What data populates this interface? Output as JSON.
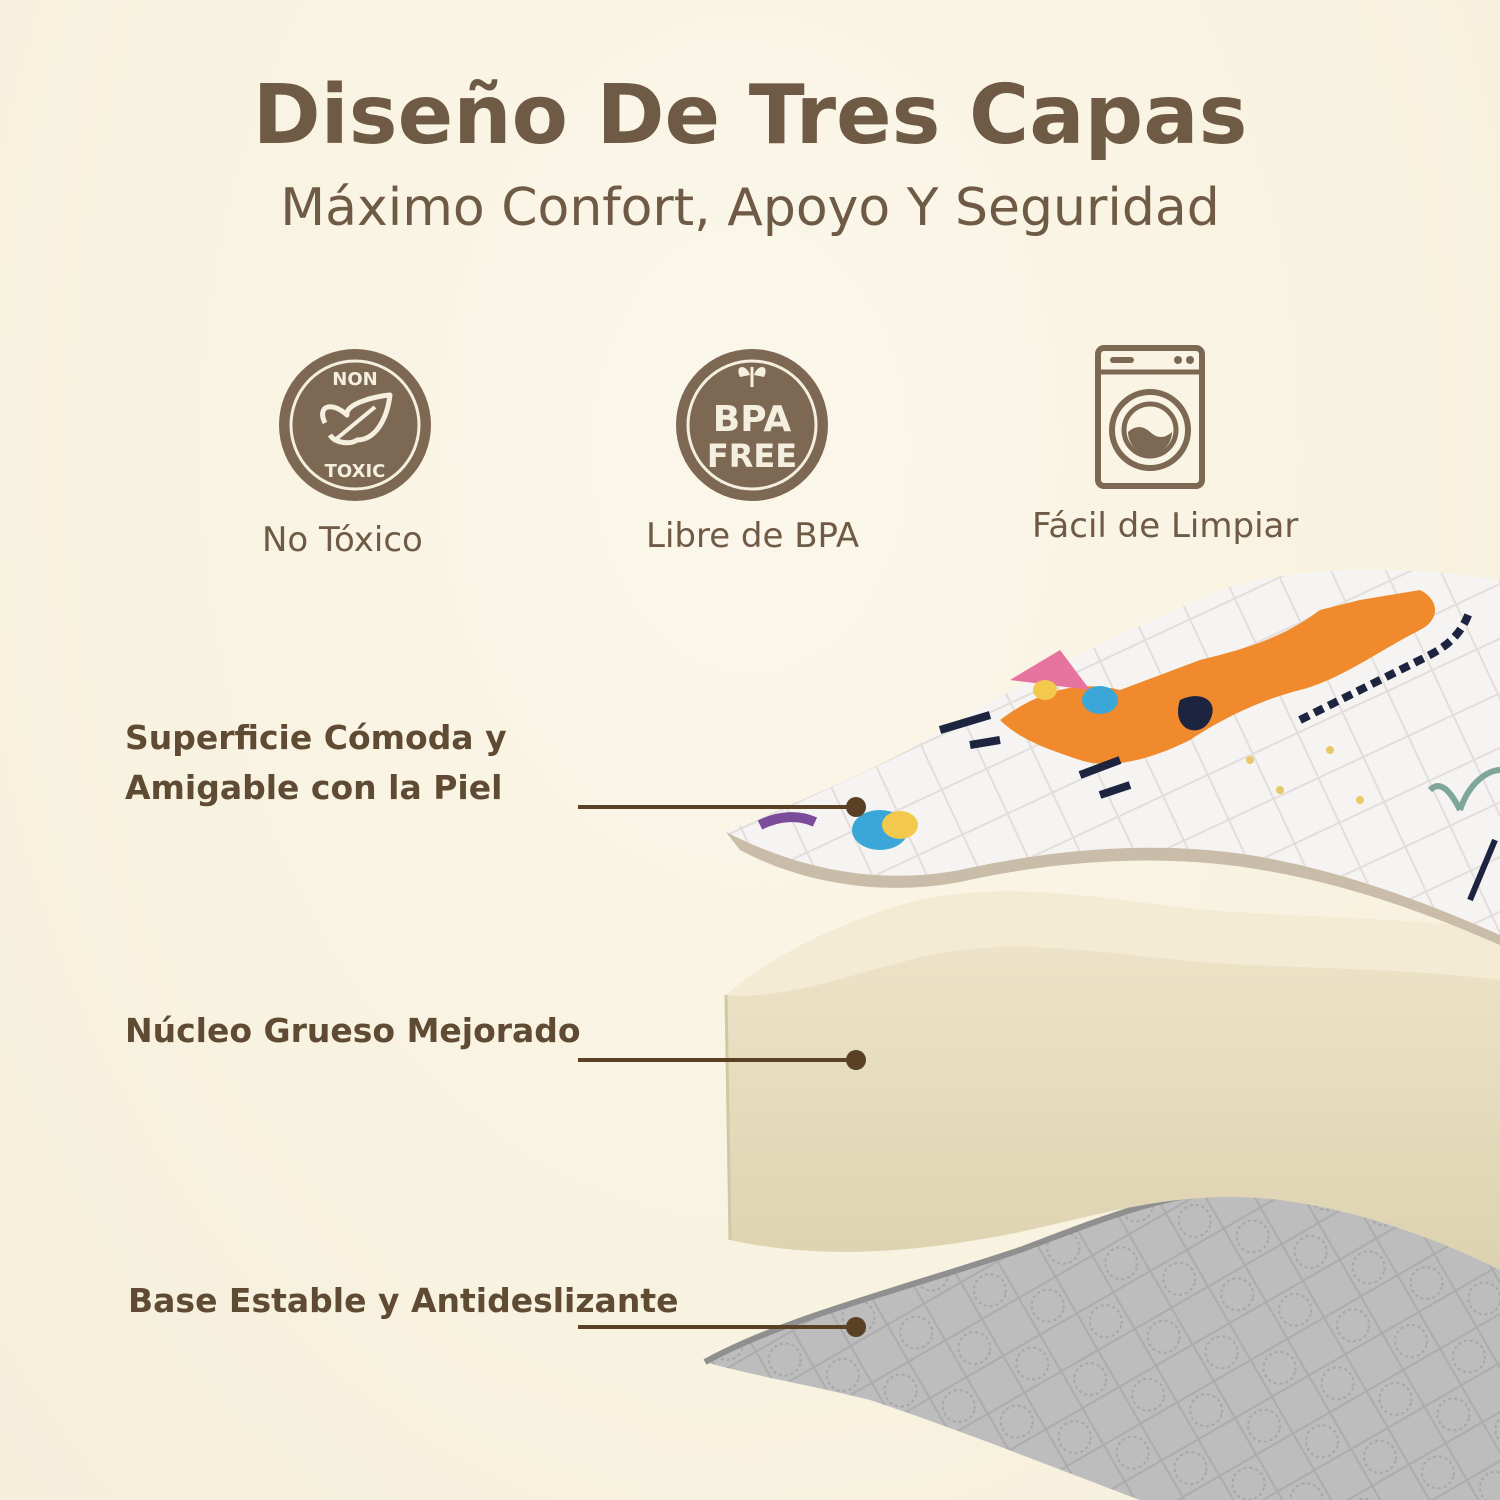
{
  "header": {
    "title": "Diseño De Tres Capas",
    "subtitle": "Máximo Confort, Apoyo Y Seguridad"
  },
  "features": [
    {
      "icon": "non-toxic-leaf-icon",
      "badge_top": "NON",
      "badge_bottom": "TOXIC",
      "label": "No Tóxico"
    },
    {
      "icon": "bpa-free-icon",
      "badge_top": "BPA",
      "badge_bottom": "FREE",
      "label": "Libre de BPA"
    },
    {
      "icon": "washing-machine-icon",
      "label": "Fácil de Limpiar"
    }
  ],
  "layers": [
    {
      "label_line1": "Superficie Cómoda y",
      "label_line2": "Amigable con la Piel"
    },
    {
      "label": "Núcleo Grueso Mejorado"
    },
    {
      "label": "Base Estable y Antideslizante"
    }
  ],
  "colors": {
    "brand_brown": "#7a6550",
    "text_brown": "#6f5a45",
    "background": "#f8f2e0",
    "foam": "#e6dcbf",
    "base_gray": "#b9b9b9"
  }
}
